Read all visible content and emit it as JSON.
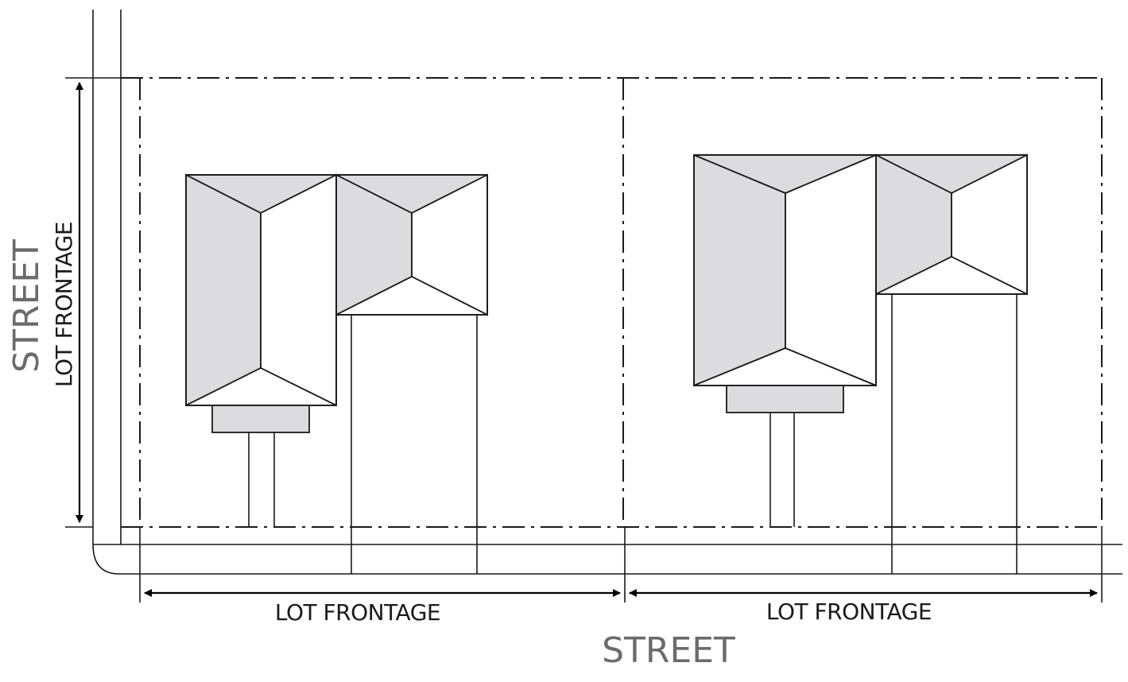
{
  "labels": {
    "street_left": "STREET",
    "street_bottom": "STREET",
    "lot_frontage_vertical": "LOT FRONTAGE",
    "lot_frontage_bottom_left": "LOT FRONTAGE",
    "lot_frontage_bottom_right": "LOT FRONTAGE"
  },
  "colors": {
    "line": "#1a1a1a",
    "roof_shade": "#dcdcde",
    "street_label": "#6b6b6b"
  }
}
